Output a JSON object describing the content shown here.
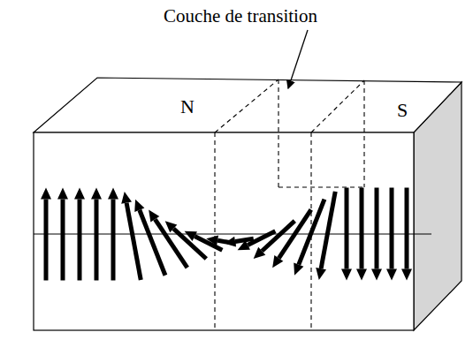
{
  "diagram": {
    "labels": [
      "Couche de transition",
      "N",
      "S"
    ]
  }
}
